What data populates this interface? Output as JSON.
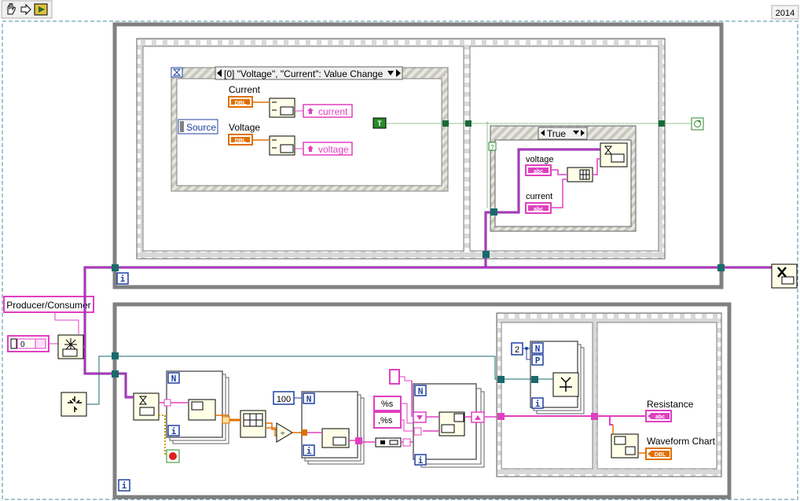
{
  "toolbar": {
    "icons": [
      "operate-hand-icon",
      "run-arrow-icon",
      "run-continuous-icon"
    ],
    "version": "2014"
  },
  "controls": {
    "producer_consumer_label": "Producer/Consumer",
    "numeric_value": "0"
  },
  "event_structure": {
    "case_label": "[0] \"Voltage\", \"Current\": Value Change",
    "source_label": "Source",
    "current_label": "Current",
    "voltage_label": "Voltage",
    "dbl_tag": "DBL",
    "current_local": "current",
    "voltage_local": "voltage",
    "true_constant": "T"
  },
  "case_structure": {
    "selector_label": "True",
    "voltage_label": "voltage",
    "current_label": "current",
    "abc_tag": "abc",
    "bool_tag": "?"
  },
  "consumer": {
    "n_label": "N",
    "p_label": "P",
    "i_label": "i",
    "const_2": "2",
    "const_100": "100",
    "format_1": "%s",
    "format_2": ",%s",
    "resistance_label": "Resistance",
    "waveform_chart_label": "Waveform Chart",
    "abc_tag": "abc",
    "dbl_tag": "DBL"
  }
}
